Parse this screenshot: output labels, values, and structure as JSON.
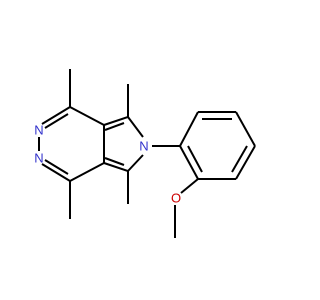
{
  "molecule": {
    "atoms": [
      {
        "id": "n_pyrrole",
        "symbol": "N",
        "color": "#3333cc"
      },
      {
        "id": "n_pyridazine_upper",
        "symbol": "N",
        "color": "#3333cc"
      },
      {
        "id": "n_pyridazine_lower",
        "symbol": "N",
        "color": "#3333cc"
      },
      {
        "id": "o_methoxy",
        "symbol": "O",
        "color": "#cc0000"
      }
    ]
  },
  "colors": {
    "bond": "#000000",
    "nitrogen": "#3333cc",
    "oxygen": "#cc0000",
    "background": "#ffffff"
  }
}
